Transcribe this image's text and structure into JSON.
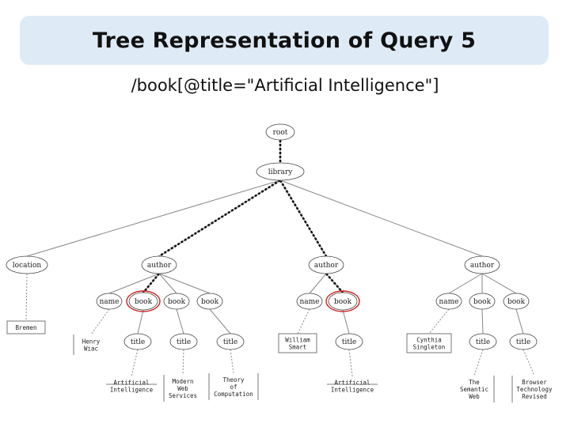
{
  "slide": {
    "title": "Tree Representation of Query 5",
    "query": "/book[@title=\"Artificial Intelligence\"]"
  },
  "colors": {
    "title_box": "#deebf7",
    "edge": "#888888",
    "highlight": "#cc2222",
    "path": "#111111"
  },
  "tree": {
    "nodes": [
      {
        "id": "root",
        "label": "root",
        "kind": "element"
      },
      {
        "id": "library",
        "label": "library",
        "kind": "element"
      },
      {
        "id": "location",
        "label": "location",
        "kind": "element"
      },
      {
        "id": "author1",
        "label": "author",
        "kind": "element"
      },
      {
        "id": "author2",
        "label": "author",
        "kind": "element"
      },
      {
        "id": "author3",
        "label": "author",
        "kind": "element"
      },
      {
        "id": "name1",
        "label": "name",
        "kind": "element"
      },
      {
        "id": "book1",
        "label": "book",
        "kind": "element",
        "highlight": true
      },
      {
        "id": "book2",
        "label": "book",
        "kind": "element"
      },
      {
        "id": "book3",
        "label": "book",
        "kind": "element"
      },
      {
        "id": "name2",
        "label": "name",
        "kind": "element"
      },
      {
        "id": "book4",
        "label": "book",
        "kind": "element",
        "highlight": true
      },
      {
        "id": "name3",
        "label": "name",
        "kind": "element"
      },
      {
        "id": "book5",
        "label": "book",
        "kind": "element"
      },
      {
        "id": "book6",
        "label": "book",
        "kind": "element"
      },
      {
        "id": "title1",
        "label": "title",
        "kind": "element"
      },
      {
        "id": "title2",
        "label": "title",
        "kind": "element"
      },
      {
        "id": "title3",
        "label": "title",
        "kind": "element"
      },
      {
        "id": "title4",
        "label": "title",
        "kind": "element"
      },
      {
        "id": "title5",
        "label": "title",
        "kind": "element"
      },
      {
        "id": "title6",
        "label": "title",
        "kind": "element"
      },
      {
        "id": "v_bremen",
        "label": [
          "Bremen"
        ],
        "kind": "value",
        "border": "box"
      },
      {
        "id": "v_henry",
        "label": [
          "Henry",
          "Wiac"
        ],
        "kind": "value",
        "border": "left"
      },
      {
        "id": "v_william",
        "label": [
          "William",
          "Smart"
        ],
        "kind": "value",
        "border": "box"
      },
      {
        "id": "v_cynthia",
        "label": [
          "Cynthia",
          "Singleton"
        ],
        "kind": "value",
        "border": "box"
      },
      {
        "id": "v_ai1",
        "label": [
          "Artificial",
          "Intelligence"
        ],
        "kind": "value",
        "border": "under"
      },
      {
        "id": "v_modern",
        "label": [
          "Modern",
          "Web",
          "Services"
        ],
        "kind": "value",
        "border": "left"
      },
      {
        "id": "v_theory",
        "label": [
          "Theory",
          "of",
          "Computation"
        ],
        "kind": "value",
        "border": "sides"
      },
      {
        "id": "v_ai2",
        "label": [
          "Artificial",
          "Intelligence"
        ],
        "kind": "value",
        "border": "under"
      },
      {
        "id": "v_semantic",
        "label": [
          "The",
          "Semantic",
          "Web"
        ],
        "kind": "value",
        "border": "right"
      },
      {
        "id": "v_browser",
        "label": [
          "Browser",
          "Technology",
          "Revised"
        ],
        "kind": "value",
        "border": "left"
      }
    ],
    "edges": [
      {
        "from": "root",
        "to": "library",
        "path": true
      },
      {
        "from": "library",
        "to": "location"
      },
      {
        "from": "library",
        "to": "author1",
        "path": true
      },
      {
        "from": "library",
        "to": "author2",
        "path": true
      },
      {
        "from": "library",
        "to": "author3"
      },
      {
        "from": "location",
        "to": "v_bremen",
        "dashed": true
      },
      {
        "from": "author1",
        "to": "name1"
      },
      {
        "from": "author1",
        "to": "book1",
        "path": true
      },
      {
        "from": "author1",
        "to": "book2"
      },
      {
        "from": "author1",
        "to": "book3"
      },
      {
        "from": "author2",
        "to": "name2"
      },
      {
        "from": "author2",
        "to": "book4",
        "path": true
      },
      {
        "from": "author3",
        "to": "name3"
      },
      {
        "from": "author3",
        "to": "book5"
      },
      {
        "from": "author3",
        "to": "book6"
      },
      {
        "from": "name1",
        "to": "v_henry",
        "dashed": true
      },
      {
        "from": "book1",
        "to": "title1"
      },
      {
        "from": "book2",
        "to": "title2"
      },
      {
        "from": "book3",
        "to": "title3"
      },
      {
        "from": "name2",
        "to": "v_william",
        "dashed": true
      },
      {
        "from": "book4",
        "to": "title4"
      },
      {
        "from": "name3",
        "to": "v_cynthia",
        "dashed": true
      },
      {
        "from": "book5",
        "to": "title5"
      },
      {
        "from": "book6",
        "to": "title6"
      },
      {
        "from": "title1",
        "to": "v_ai1",
        "dashed": true
      },
      {
        "from": "title2",
        "to": "v_modern",
        "dashed": true
      },
      {
        "from": "title3",
        "to": "v_theory",
        "dashed": true
      },
      {
        "from": "title4",
        "to": "v_ai2",
        "dashed": true
      },
      {
        "from": "title5",
        "to": "v_semantic",
        "dashed": true
      },
      {
        "from": "title6",
        "to": "v_browser",
        "dashed": true
      }
    ]
  }
}
